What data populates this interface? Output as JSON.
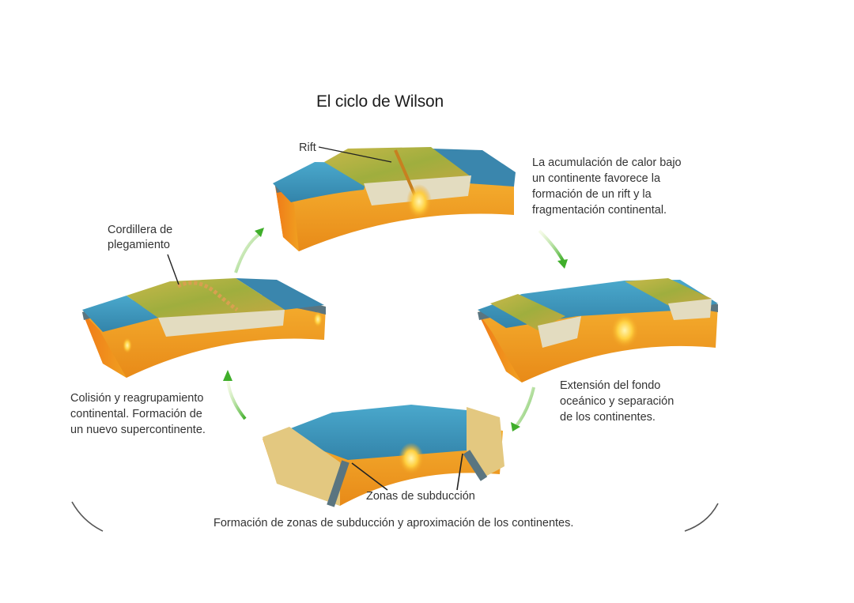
{
  "title": "El ciclo de Wilson",
  "stages": [
    {
      "id": "rift",
      "caption": "La acumulación de calor bajo\nun continente favorece la\nformación de un rift y la\nfragmentación continental.",
      "label": "Rift"
    },
    {
      "id": "expansion",
      "caption": "Extensión del fondo\noceánico y separación\nde los continentes."
    },
    {
      "id": "subduction",
      "caption": "Formación de zonas de subducción y aproximación de los continentes.",
      "label": "Zonas de subducción"
    },
    {
      "id": "collision",
      "caption": "Colisión y reagrupamiento\ncontinental. Formación de\nun nuevo supercontinente.",
      "label": "Cordillera de\nplegamiento"
    }
  ],
  "colors": {
    "ocean": "#3b8fb8",
    "ocean_light": "#4aa3c8",
    "crust_gray": "#5a7580",
    "mantle": "#f0a020",
    "mantle_dark": "#e07a10",
    "continent_top": "#a9b24a",
    "continent_side": "#e3dcc0",
    "arrow": "#5cc23a",
    "magma": "#ffe680"
  },
  "arrows": [
    "arrow-to-rift",
    "arrow-to-expansion",
    "arrow-to-subduction",
    "arrow-to-collision"
  ]
}
